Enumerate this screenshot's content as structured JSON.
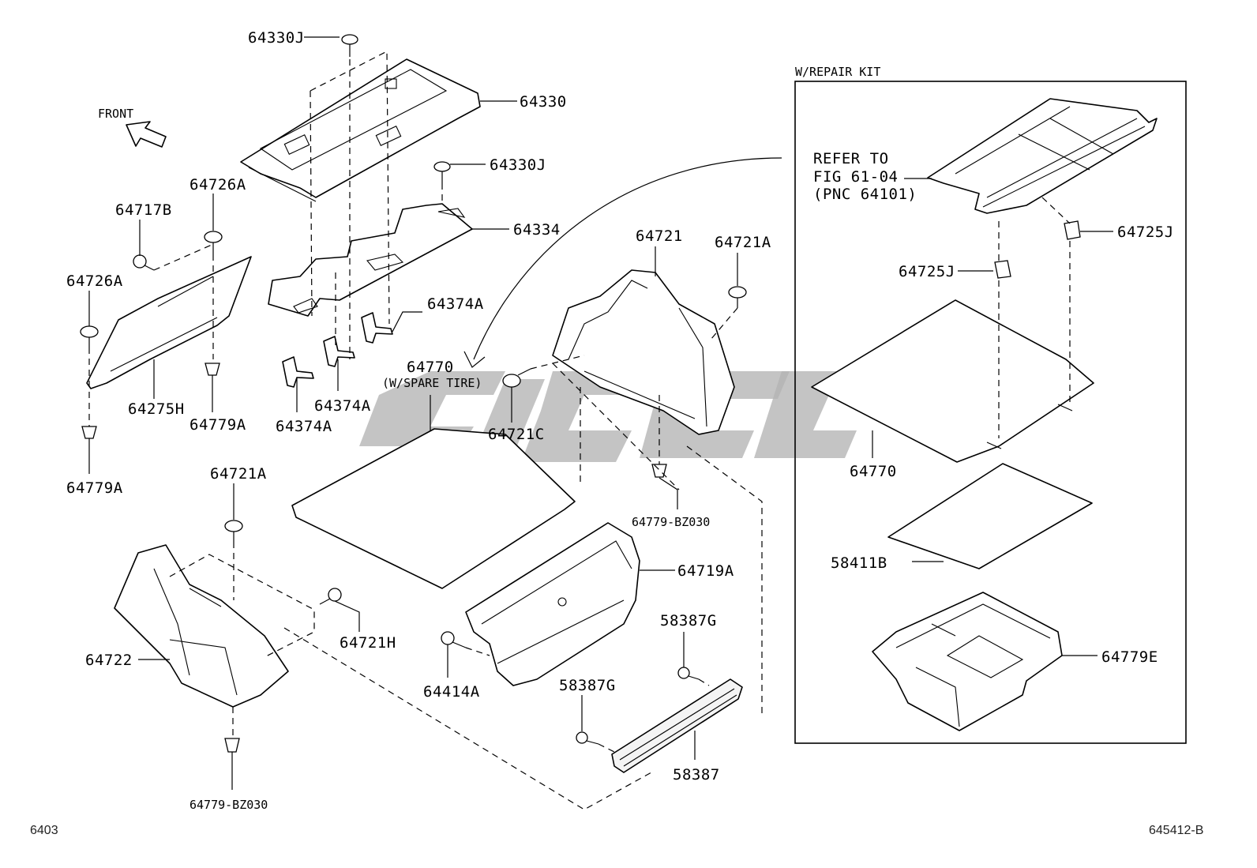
{
  "header": {
    "front_label": "FRONT",
    "repair_kit_label": "W/REPAIR KIT"
  },
  "refer": {
    "line1": "REFER TO",
    "line2": "FIG 61-04",
    "line3": "(PNC 64101)"
  },
  "parts": {
    "p64330J_top": "64330J",
    "p64330": "64330",
    "p64330J_mid": "64330J",
    "p64334": "64334",
    "p64726A_top": "64726A",
    "p64717B": "64717B",
    "p64726A_left": "64726A",
    "p64275H": "64275H",
    "p64779A_right": "64779A",
    "p64779A_left": "64779A",
    "p64374A_right": "64374A",
    "p64374A_mid": "64374A",
    "p64374A_left": "64374A",
    "p64770_main": "64770",
    "p64770_note": "(W/SPARE TIRE)",
    "p64721": "64721",
    "p64721A_right": "64721A",
    "p64721C": "64721C",
    "p64779_BZ030_right": "64779-BZ030",
    "p64721A_left": "64721A",
    "p64721H": "64721H",
    "p64722": "64722",
    "p64779_BZ030_bottom": "64779-BZ030",
    "p64719A": "64719A",
    "p64414A": "64414A",
    "p58387G_right": "58387G",
    "p58387G_left": "58387G",
    "p58387": "58387",
    "p64725J_right": "64725J",
    "p64725J_left": "64725J",
    "p64770_kit": "64770",
    "p58411B": "58411B",
    "p64779E": "64779E"
  },
  "footer": {
    "left_code": "6403",
    "right_code": "645412-B"
  },
  "colors": {
    "line": "#000000",
    "background": "#ffffff",
    "watermark": "#b4b4b4"
  }
}
